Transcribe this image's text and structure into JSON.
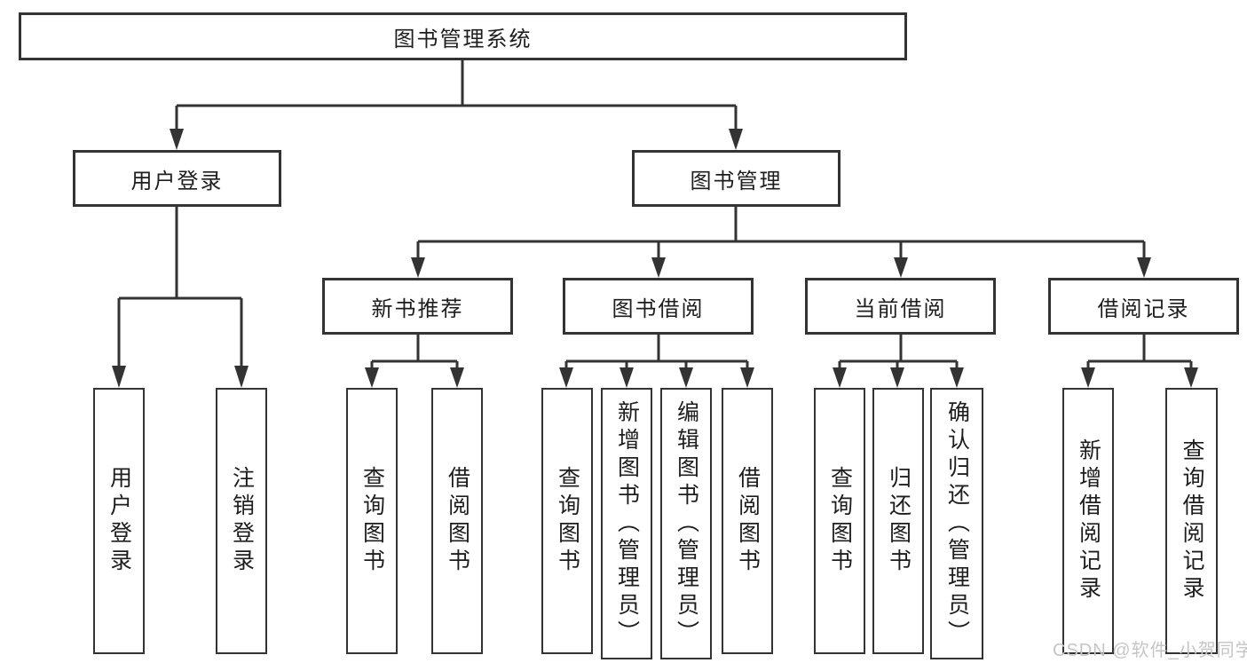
{
  "tree": {
    "label": "图书管理系统",
    "children": [
      {
        "label": "用户登录",
        "children": [
          {
            "label": "用户登录"
          },
          {
            "label": "注销登录"
          }
        ]
      },
      {
        "label": "图书管理",
        "children": [
          {
            "label": "新书推荐",
            "children": [
              {
                "label": "查询图书"
              },
              {
                "label": "借阅图书"
              }
            ]
          },
          {
            "label": "图书借阅",
            "children": [
              {
                "label": "查询图书"
              },
              {
                "label": "新增图书（管理员）"
              },
              {
                "label": "编辑图书（管理员）"
              },
              {
                "label": "借阅图书"
              }
            ]
          },
          {
            "label": "当前借阅",
            "children": [
              {
                "label": "查询图书"
              },
              {
                "label": "归还图书"
              },
              {
                "label": "确认归还（管理员）"
              }
            ]
          },
          {
            "label": "借阅记录",
            "children": [
              {
                "label": "新增借阅记录"
              },
              {
                "label": "查询借阅记录"
              }
            ]
          }
        ]
      }
    ]
  },
  "watermark": {
    "text": "CSDN @软件_小贺同学"
  },
  "colors": {
    "line": "#333333",
    "box_border": "#333333",
    "box_fill": "#ffffff",
    "text": "#1d1d1d",
    "watermark": "#c5c5c5",
    "background": "#ffffff"
  }
}
